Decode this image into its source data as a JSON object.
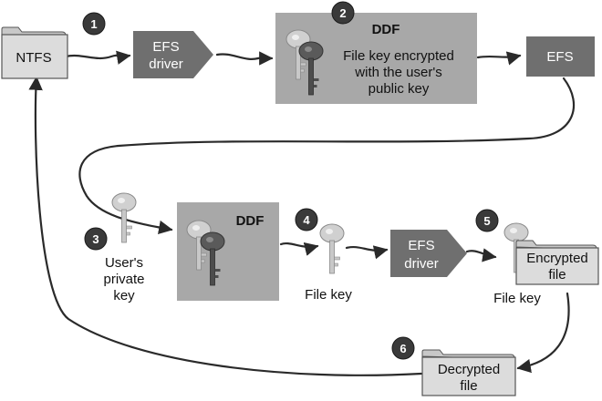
{
  "nodes": {
    "ntfs": "NTFS",
    "efs_driver_top": [
      "EFS",
      "driver"
    ],
    "ddf_top_title": "DDF",
    "ddf_top_text": [
      "File key encrypted",
      "with the user's",
      "public key"
    ],
    "efs_top": "EFS",
    "users_private_key": [
      "User's",
      "private",
      "key"
    ],
    "ddf_bottom_title": "DDF",
    "file_key_4": "File key",
    "efs_driver_bottom": [
      "EFS",
      "driver"
    ],
    "encrypted_file": [
      "Encrypted",
      "file"
    ],
    "file_key_5": "File key",
    "decrypted_file": [
      "Decrypted",
      "file"
    ]
  },
  "steps": [
    "1",
    "2",
    "3",
    "4",
    "5",
    "6"
  ],
  "icons": {
    "key": "key-icon",
    "folder": "folder-icon"
  },
  "colors": {
    "panel": "#a8a8a8",
    "arrow_shape": "#6f6f6f",
    "badge": "#3a3a3a",
    "folder": "#dcdcdc",
    "key_light": "#d0d0d0",
    "key_dark": "#5a5a5a"
  }
}
